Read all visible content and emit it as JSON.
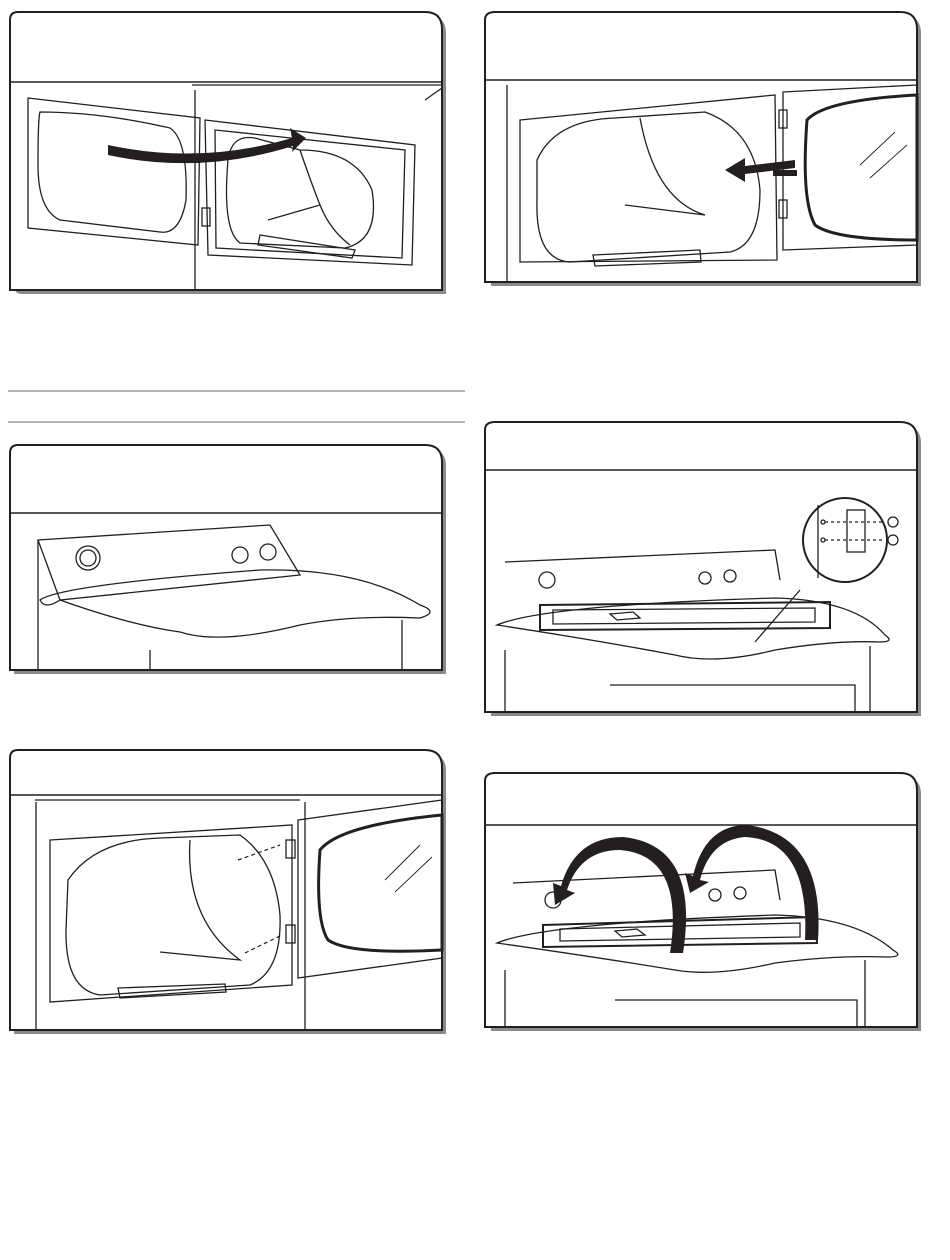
{
  "page": {
    "background": "#ffffff",
    "line_color": "#231f20",
    "shadow_color": "#8a8a8a",
    "divider_color": "#b5b5b5"
  },
  "panels": [
    {
      "id": "panel-1",
      "depicts": "open-door-with-arrow-to-hinge-side",
      "icons": [
        "dryer-door-icon",
        "dryer-drum-icon",
        "curved-arrow-icon"
      ]
    },
    {
      "id": "panel-2",
      "depicts": "remove-door-from-hinges",
      "icons": [
        "dryer-drum-icon",
        "dryer-door-icon",
        "pull-arrow-icon"
      ]
    },
    {
      "id": "panel-3",
      "depicts": "dryer-top-covered-with-cloth",
      "icons": [
        "control-console-icon",
        "knob-icon",
        "protective-cloth-icon"
      ]
    },
    {
      "id": "panel-4",
      "depicts": "door-on-cloth-with-hinge-detail",
      "icons": [
        "protective-cloth-icon",
        "dryer-door-icon",
        "hinge-detail-icon",
        "screw-icon"
      ]
    },
    {
      "id": "panel-5",
      "depicts": "reattach-door-on-other-side",
      "icons": [
        "dryer-drum-icon",
        "dryer-door-icon",
        "dashed-guide-icon"
      ]
    },
    {
      "id": "panel-6",
      "depicts": "flip-door-over",
      "icons": [
        "protective-cloth-icon",
        "dryer-door-icon",
        "flip-arrow-icon"
      ]
    }
  ]
}
